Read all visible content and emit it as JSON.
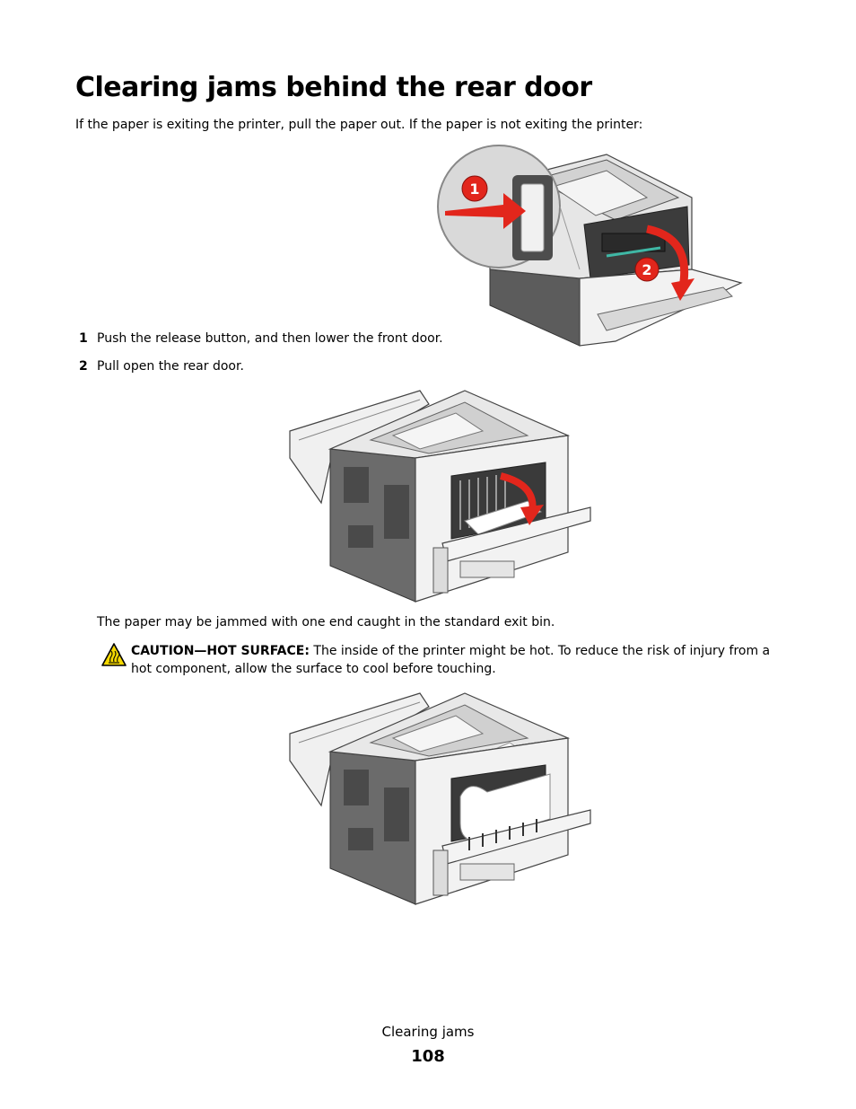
{
  "page": {
    "title": "Clearing jams behind the rear door",
    "intro": "If the paper is exiting the printer, pull the paper out. If the paper is not exiting the printer:",
    "steps": [
      {
        "number": "1",
        "text": "Push the release button, and then lower the front door."
      },
      {
        "number": "2",
        "text": "Pull open the rear door."
      }
    ],
    "note": "The paper may be jammed with one end caught in the standard exit bin.",
    "caution": {
      "label": "CAUTION—HOT SURFACE:",
      "text": "The inside of the printer might be hot. To reduce the risk of injury from a hot component, allow the surface to cool before touching.",
      "icon": "hot-surface-warning-icon"
    },
    "figures": {
      "front_callouts": [
        "1",
        "2"
      ]
    },
    "footer": {
      "section": "Clearing jams",
      "page_number": "108"
    }
  },
  "colors": {
    "arrow_red": "#e2261c",
    "printer_dark": "#5a5a5a",
    "printer_light": "#ececec",
    "caution_yellow": "#f5d800"
  }
}
